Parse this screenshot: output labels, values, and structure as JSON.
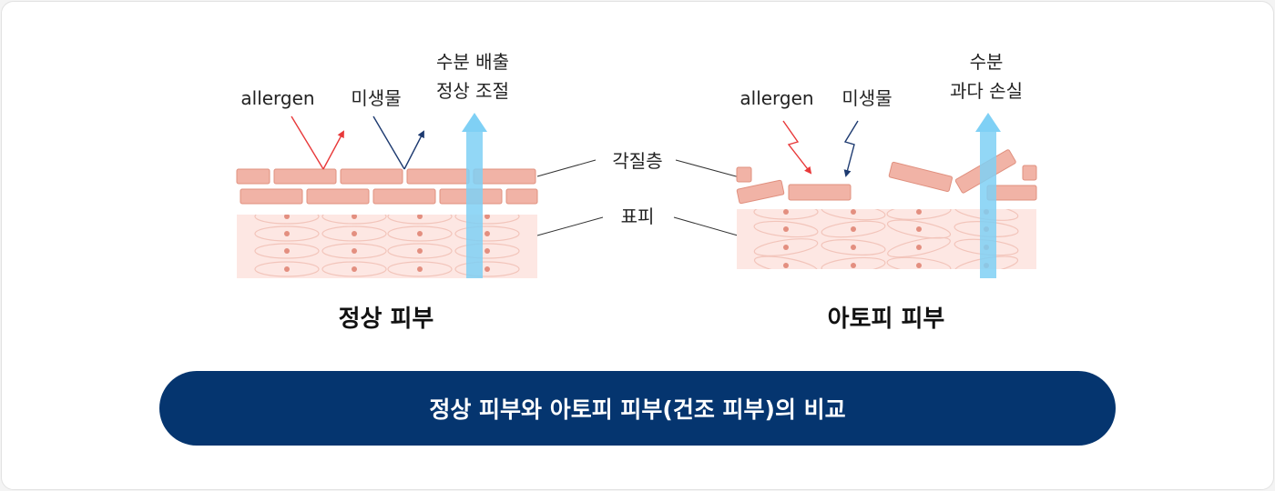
{
  "normal": {
    "title": "정상 피부",
    "allergen": "allergen",
    "microbe": "미생물",
    "water_line1": "수분 배출",
    "water_line2": "정상 조절"
  },
  "atopic": {
    "title": "아토피 피부",
    "allergen": "allergen",
    "microbe": "미생물",
    "water_line1": "수분",
    "water_line2": "과다 손실"
  },
  "middle": {
    "stratum_corneum": "각질층",
    "epidermis": "표피"
  },
  "banner": {
    "text": "정상 피부와 아토피 피부(건조 피부)의 비교"
  },
  "colors": {
    "brick_fill": "#f1b3a6",
    "brick_stroke": "#e0907f",
    "epidermis_fill": "#fde7e3",
    "cell_stroke": "#f2c4ba",
    "dot": "#e38f80",
    "water_arrow": "#7fd0f5",
    "allergen_arrow": "#e8393a",
    "microbe_arrow": "#1d3a70",
    "banner_bg": "#05356f"
  },
  "icons": [
    "arrow-up-icon",
    "zigzag-arrow-icon"
  ]
}
